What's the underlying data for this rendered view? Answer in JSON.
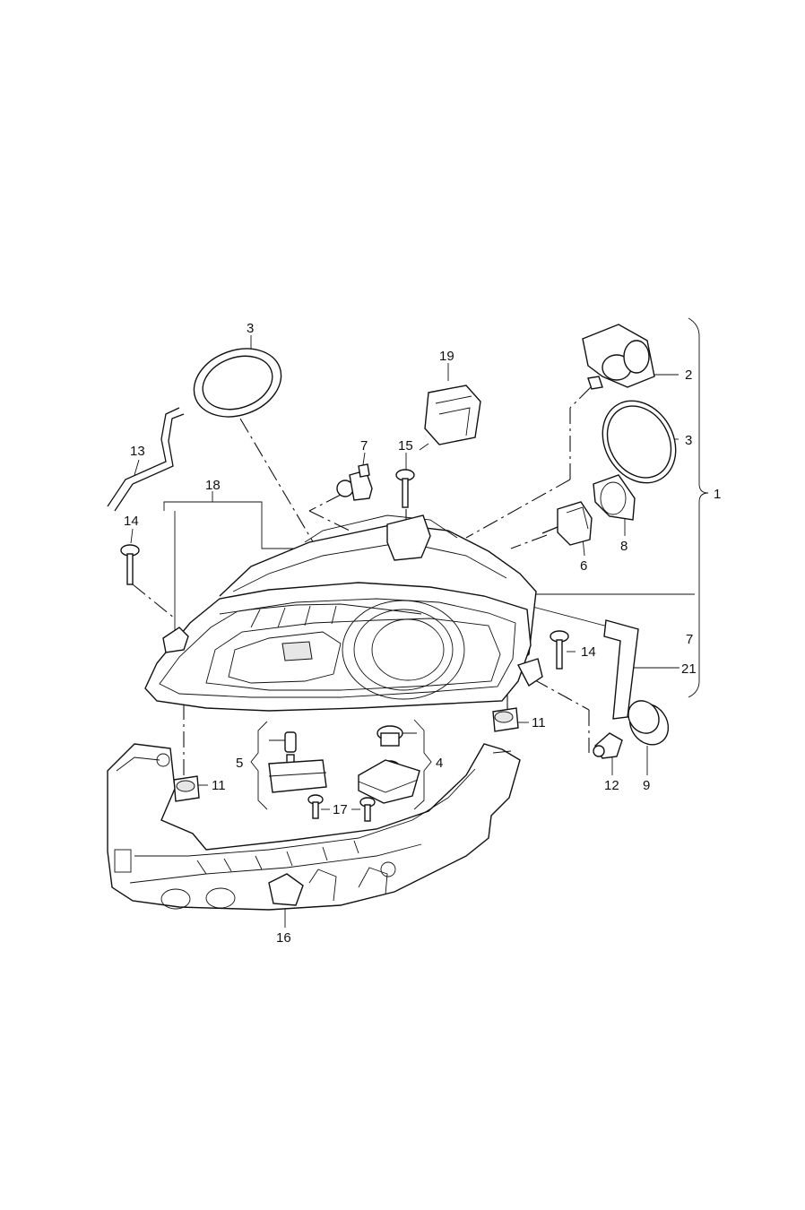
{
  "labels": {
    "assembly_headlight": "1",
    "adjuster_motor": "2",
    "seal_ring_top": "3",
    "seal_ring_right": "3",
    "control_unit_right": "4",
    "control_unit_left": "5",
    "xenon_bulb": "6",
    "bulb_holder_top": "7",
    "bracket_assembly": "7",
    "bulb_socket": "8",
    "cap": "9",
    "clip_right": "11",
    "clip_left": "11",
    "bulb_small": "12",
    "hose": "13",
    "screw_left": "14",
    "screw_right": "14",
    "screw_top": "15",
    "carrier": "16",
    "screws_bottom": "17",
    "cover_frame": "18",
    "connector": "19",
    "seal_strip": "21"
  }
}
